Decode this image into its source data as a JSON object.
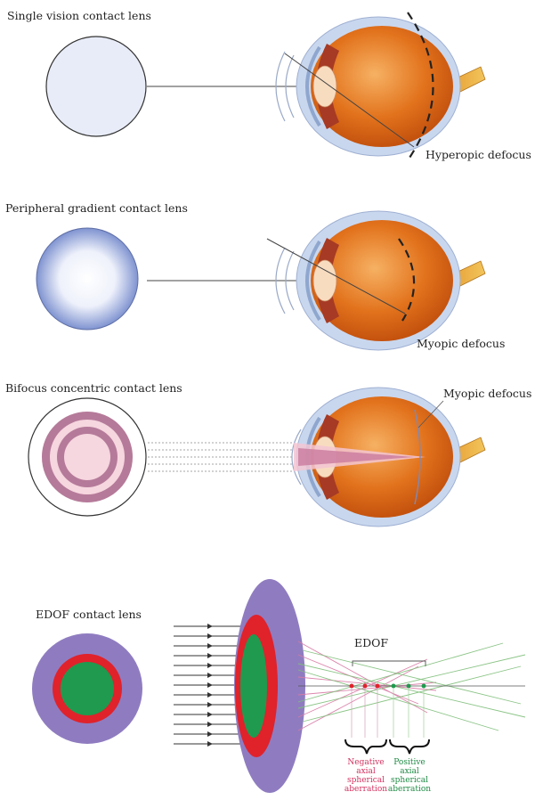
{
  "panels": [
    {
      "title": "Single vision contact lens",
      "annotation": "Hyperopic defocus"
    },
    {
      "title": "Peripheral gradient contact lens",
      "annotation": "Myopic defocus"
    },
    {
      "title": "Bifocus concentric contact lens",
      "annotation": "Myopic defocus"
    },
    {
      "title": "EDOF contact lens",
      "annotation": "EDOF"
    }
  ],
  "aberration_labels": {
    "negative": [
      "Negative",
      "axial",
      "spherical",
      "aberration"
    ],
    "positive": [
      "Positive",
      "axial",
      "spherical",
      "aberration"
    ]
  },
  "colors": {
    "lens_clear": "#e8ecf8",
    "lens_gradient_edge": "#7f93d0",
    "ring_mauve": "#b57a99",
    "ring_pink": "#f6d6df",
    "edof_purple": "#8f7cc0",
    "edof_red": "#e0222b",
    "edof_green": "#1f9a4e",
    "eye_orange": "#e2721c",
    "sclera_blue": "#c9d7ee"
  }
}
